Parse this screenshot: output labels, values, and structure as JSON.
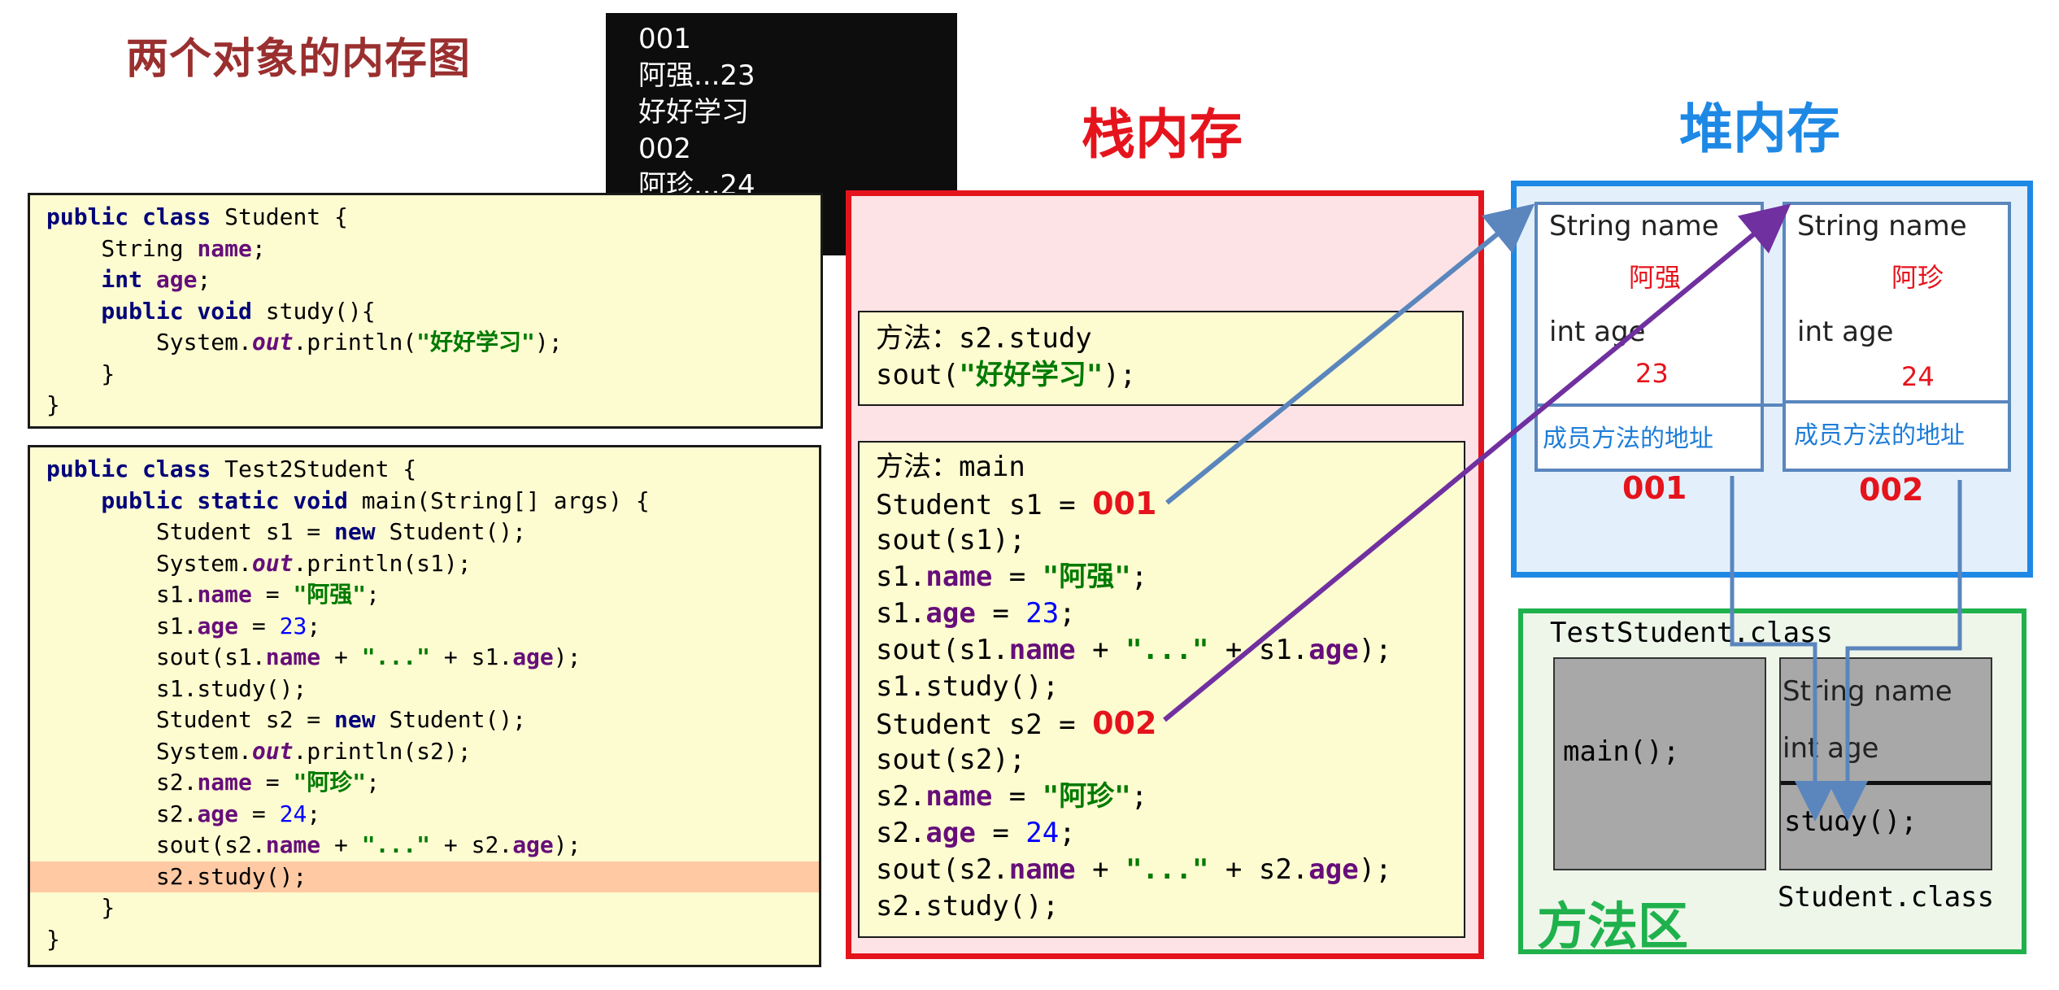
{
  "title": "两个对象的内存图",
  "console": {
    "lines": [
      "001",
      "阿强...23",
      "好好学习",
      "002",
      "阿珍...24"
    ]
  },
  "student_class_code": {
    "l1_kw": "public class",
    "l1_rest": " Student {",
    "l2_type": "    String ",
    "l2_field": "name",
    "l2_end": ";",
    "l3_kw": "    int",
    "l3_sp": " ",
    "l3_field": "age",
    "l3_end": ";",
    "l4_kw": "    public void",
    "l4_rest": " study(){",
    "l5_a": "        System.",
    "l5_out": "out",
    "l5_b": ".println(",
    "l5_str": "\"好好学习\"",
    "l5_c": ");",
    "l6": "    }",
    "l7": "}"
  },
  "test_class_code": {
    "l1_kw": "public class",
    "l1_rest": " Test2Student {",
    "l2_kw": "    public static void",
    "l2_rest": " main(String[] args) {",
    "l3_a": "        Student s1 = ",
    "l3_kw": "new",
    "l3_b": " Student();",
    "l4_a": "        System.",
    "l4_out": "out",
    "l4_b": ".println(s1);",
    "l5_a": "        s1.",
    "l5_f": "name",
    "l5_b": " = ",
    "l5_s": "\"阿强\"",
    "l5_c": ";",
    "l6_a": "        s1.",
    "l6_f": "age",
    "l6_b": " = ",
    "l6_n": "23",
    "l6_c": ";",
    "l7_a": "        sout(s1.",
    "l7_f1": "name",
    "l7_b": " + ",
    "l7_s": "\"...\"",
    "l7_c": " + s1.",
    "l7_f2": "age",
    "l7_d": ");",
    "l8": "        s1.study();",
    "l9_a": "        Student s2 = ",
    "l9_kw": "new",
    "l9_b": " Student();",
    "l10_a": "        System.",
    "l10_out": "out",
    "l10_b": ".println(s2);",
    "l11_a": "        s2.",
    "l11_f": "name",
    "l11_b": " = ",
    "l11_s": "\"阿珍\"",
    "l11_c": ";",
    "l12_a": "        s2.",
    "l12_f": "age",
    "l12_b": " = ",
    "l12_n": "24",
    "l12_c": ";",
    "l13_a": "        sout(s2.",
    "l13_f1": "name",
    "l13_b": " + ",
    "l13_s": "\"...\"",
    "l13_c": " + s2.",
    "l13_f2": "age",
    "l13_d": ");",
    "l14": "        s2.study();",
    "l15": "    }",
    "l16": "}"
  },
  "stack": {
    "title": "栈内存",
    "study_frame": {
      "l1": "方法：s2.study",
      "l2_a": "sout(",
      "l2_s": "\"好好学习\"",
      "l2_b": ");"
    },
    "main_frame": {
      "l1": "方法：main",
      "l2": "Student s1 = ",
      "l2_addr": "001",
      "l3": "sout(s1);",
      "l4_a": "s1.",
      "l4_f": "name",
      "l4_b": " = ",
      "l4_s": "\"阿强\"",
      "l4_c": ";",
      "l5_a": "s1.",
      "l5_f": "age",
      "l5_b": " = ",
      "l5_n": "23",
      "l5_c": ";",
      "l6_a": "sout(s1.",
      "l6_f1": "name",
      "l6_b": " + ",
      "l6_s": "\"...\"",
      "l6_c": " + s1.",
      "l6_f2": "age",
      "l6_d": ");",
      "l7": "s1.study();",
      "l8": "Student s2 = ",
      "l8_addr": "002",
      "l9": "sout(s2);",
      "l10_a": "s2.",
      "l10_f": "name",
      "l10_b": " = ",
      "l10_s": "\"阿珍\"",
      "l10_c": ";",
      "l11_a": "s2.",
      "l11_f": "age",
      "l11_b": " = ",
      "l11_n": "24",
      "l11_c": ";",
      "l12_a": "sout(s2.",
      "l12_f1": "name",
      "l12_b": " + ",
      "l12_s": "\"...\"",
      "l12_c": " + s2.",
      "l12_f2": "age",
      "l12_d": ");",
      "l13": "s2.study();"
    }
  },
  "heap": {
    "title": "堆内存",
    "objects": [
      {
        "name_label": "String name",
        "name_value": "阿强",
        "age_label": "int age",
        "age_value": "23",
        "method_label": "成员方法的地址",
        "address": "001"
      },
      {
        "name_label": "String name",
        "name_value": "阿珍",
        "age_label": "int age",
        "age_value": "24",
        "method_label": "成员方法的地址",
        "address": "002"
      }
    ]
  },
  "method_area": {
    "title": "方法区",
    "test_class_label": "TestStudent.class",
    "main_method": "main();",
    "student_name_field": "String name",
    "student_age_field": "int age",
    "student_study": "study();",
    "student_class_label": "Student.class"
  },
  "colors": {
    "stack_border": "#e5141c",
    "heap_border": "#1e88e5",
    "method_border": "#1fb14c",
    "arrow_s1": "#5a86bd",
    "arrow_s2": "#7030a0"
  }
}
